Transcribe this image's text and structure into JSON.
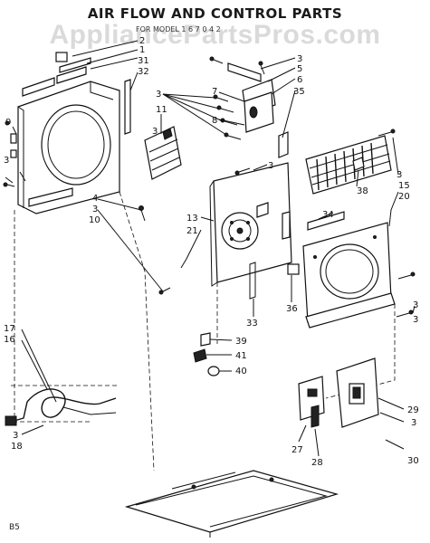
{
  "title": "AIR FLOW AND CONTROL PARTS",
  "watermark": "AppliancePartsPros.com",
  "subtitle": "FOR MODEL 1 6 7 0 4 2",
  "corner_code": "B5",
  "callouts": {
    "c1": "1",
    "c2": "2",
    "c3a": "3",
    "c3b": "3",
    "c3c": "3",
    "c3d": "3",
    "c3e": "3",
    "c3f": "3",
    "c3g": "3",
    "c3h": "3",
    "c3i": "3",
    "c3j": "3",
    "c3k": "3",
    "c4": "4",
    "c5": "5",
    "c6": "6",
    "c7": "7",
    "c8": "8",
    "c9": "9",
    "c10": "10",
    "c11": "11",
    "c13": "13",
    "c15": "15",
    "c16": "16",
    "c17": "17",
    "c18": "18",
    "c20": "20",
    "c21": "21",
    "c27": "27",
    "c28": "28",
    "c29": "29",
    "c30": "30",
    "c31": "31",
    "c32": "32",
    "c33": "33",
    "c34": "34",
    "c35": "35",
    "c36": "36",
    "c38": "38",
    "c39": "39",
    "c40": "40",
    "c41": "41"
  }
}
